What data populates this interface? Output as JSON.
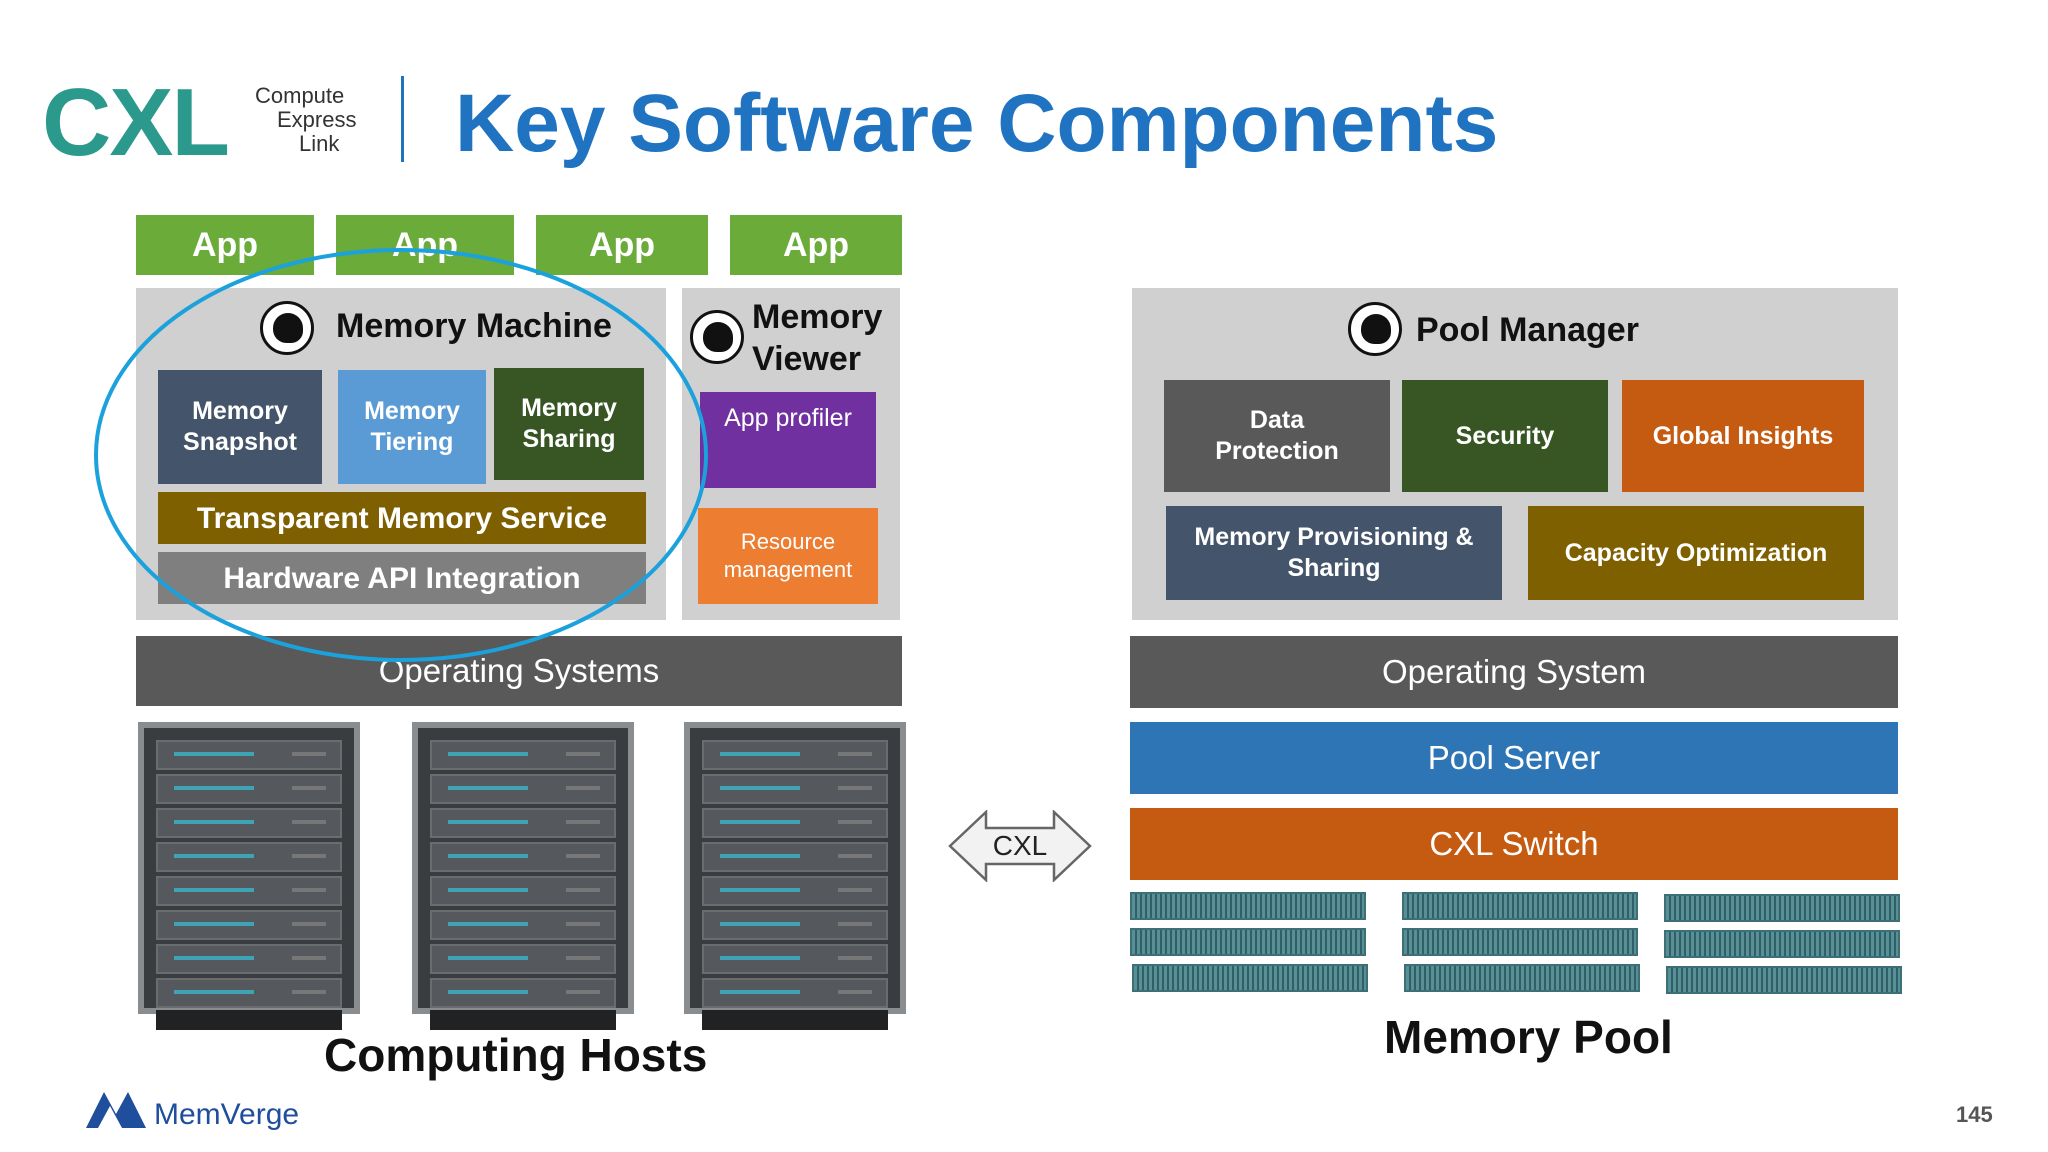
{
  "header": {
    "logo_text": "CXL",
    "logo_sub": [
      "Compute",
      "Express",
      "Link"
    ],
    "title": "Key Software Components"
  },
  "hosts": {
    "apps": [
      "App",
      "App",
      "App",
      "App"
    ],
    "memory_machine": {
      "title": "Memory Machine",
      "blocks": [
        "Memory Snapshot",
        "Memory Tiering",
        "Memory Sharing"
      ],
      "service": "Transparent Memory Service",
      "api": "Hardware API Integration"
    },
    "memory_viewer": {
      "title_line1": "Memory",
      "title_line2": "Viewer",
      "app_profiler": "App profiler",
      "resource_line1": "Resource",
      "resource_line2": "management"
    },
    "os": "Operating Systems",
    "caption": "Computing Hosts"
  },
  "link": {
    "label": "CXL"
  },
  "pool": {
    "manager_title": "Pool Manager",
    "data_protection_line1": "Data",
    "data_protection_line2": "Protection",
    "security": "Security",
    "global_insights": "Global Insights",
    "provisioning_line1": "Memory Provisioning &",
    "provisioning_line2": "Sharing",
    "capacity": "Capacity Optimization",
    "os": "Operating System",
    "server": "Pool Server",
    "switch": "CXL Switch",
    "caption": "Memory Pool"
  },
  "footer": {
    "brand": "MemVerge",
    "page": "145"
  },
  "colors": {
    "title_blue": "#1f73c1",
    "app_green": "#6aab3a",
    "pool_blue": "#2e75b6",
    "switch_orange": "#c55a11",
    "ellipse": "#1ba1dc"
  }
}
